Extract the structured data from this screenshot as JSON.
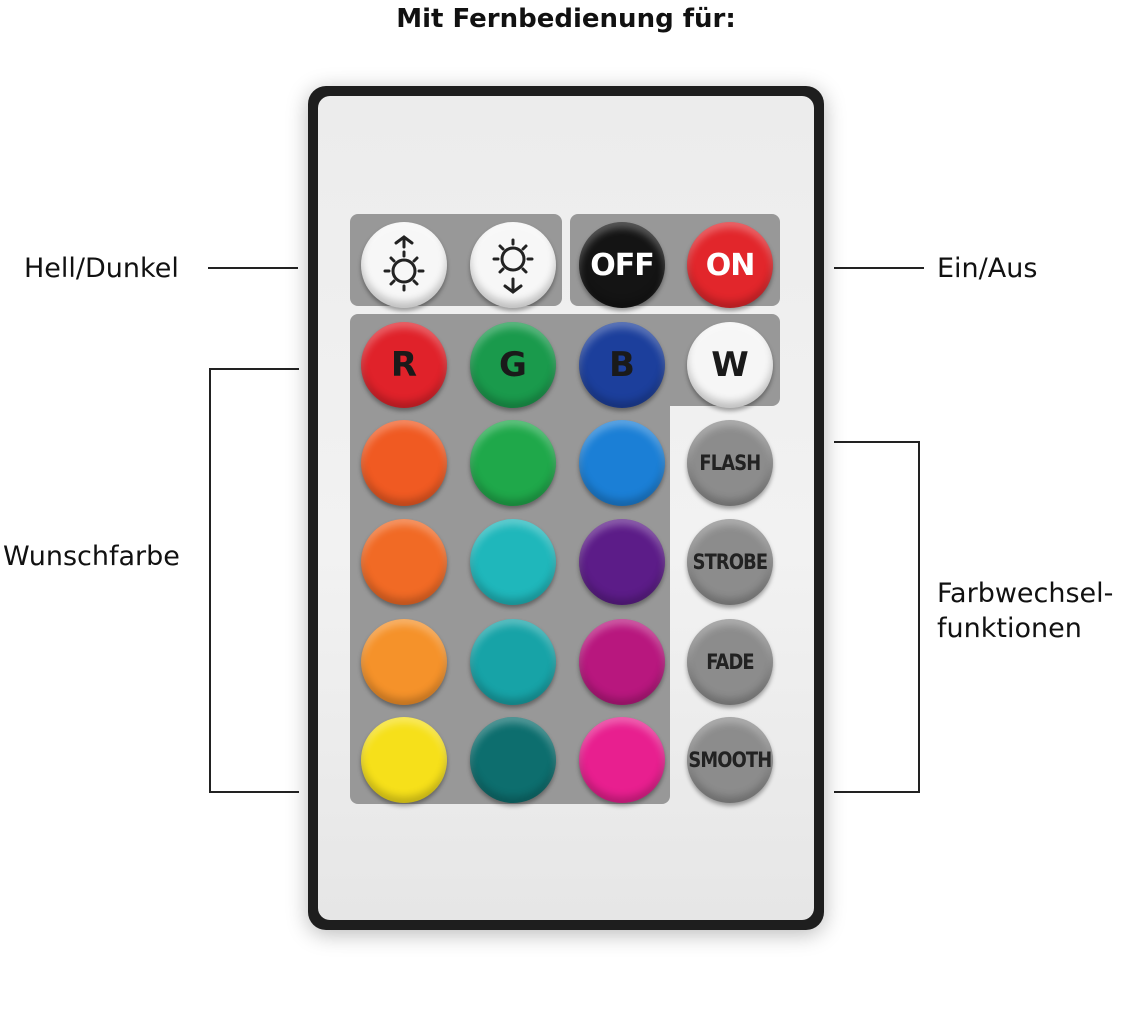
{
  "title": "Mit Fernbedienung für:",
  "labels": {
    "brightness": "Hell/Dunkel",
    "power": "Ein/Aus",
    "colors": "Wunschfarbe",
    "effects_line1": "Farbwechsel-",
    "effects_line2": "funktionen"
  },
  "buttons": {
    "brightness_up_icon": "sun-up-icon",
    "brightness_down_icon": "sun-down-icon",
    "off": "OFF",
    "on": "ON",
    "r": "R",
    "g": "G",
    "b": "B",
    "w": "W",
    "flash": "FLASH",
    "strobe": "STROBE",
    "fade": "FADE",
    "smooth": "SMOOTH"
  },
  "colors": {
    "off": "#141414",
    "on": "#e2262b",
    "r": "#e0222a",
    "g": "#1a9a4c",
    "b": "#1c3f9c",
    "w": "#f6f6f6",
    "grid": [
      [
        "#f05a22",
        "#1fa84a",
        "#1b7fd6"
      ],
      [
        "#f16a25",
        "#1fb7bb",
        "#5c1c88"
      ],
      [
        "#f5922a",
        "#17a3a7",
        "#b8177e"
      ],
      [
        "#f6e01a",
        "#0d6e6e",
        "#e81f8f"
      ]
    ],
    "effect": "#8c8c8c"
  }
}
